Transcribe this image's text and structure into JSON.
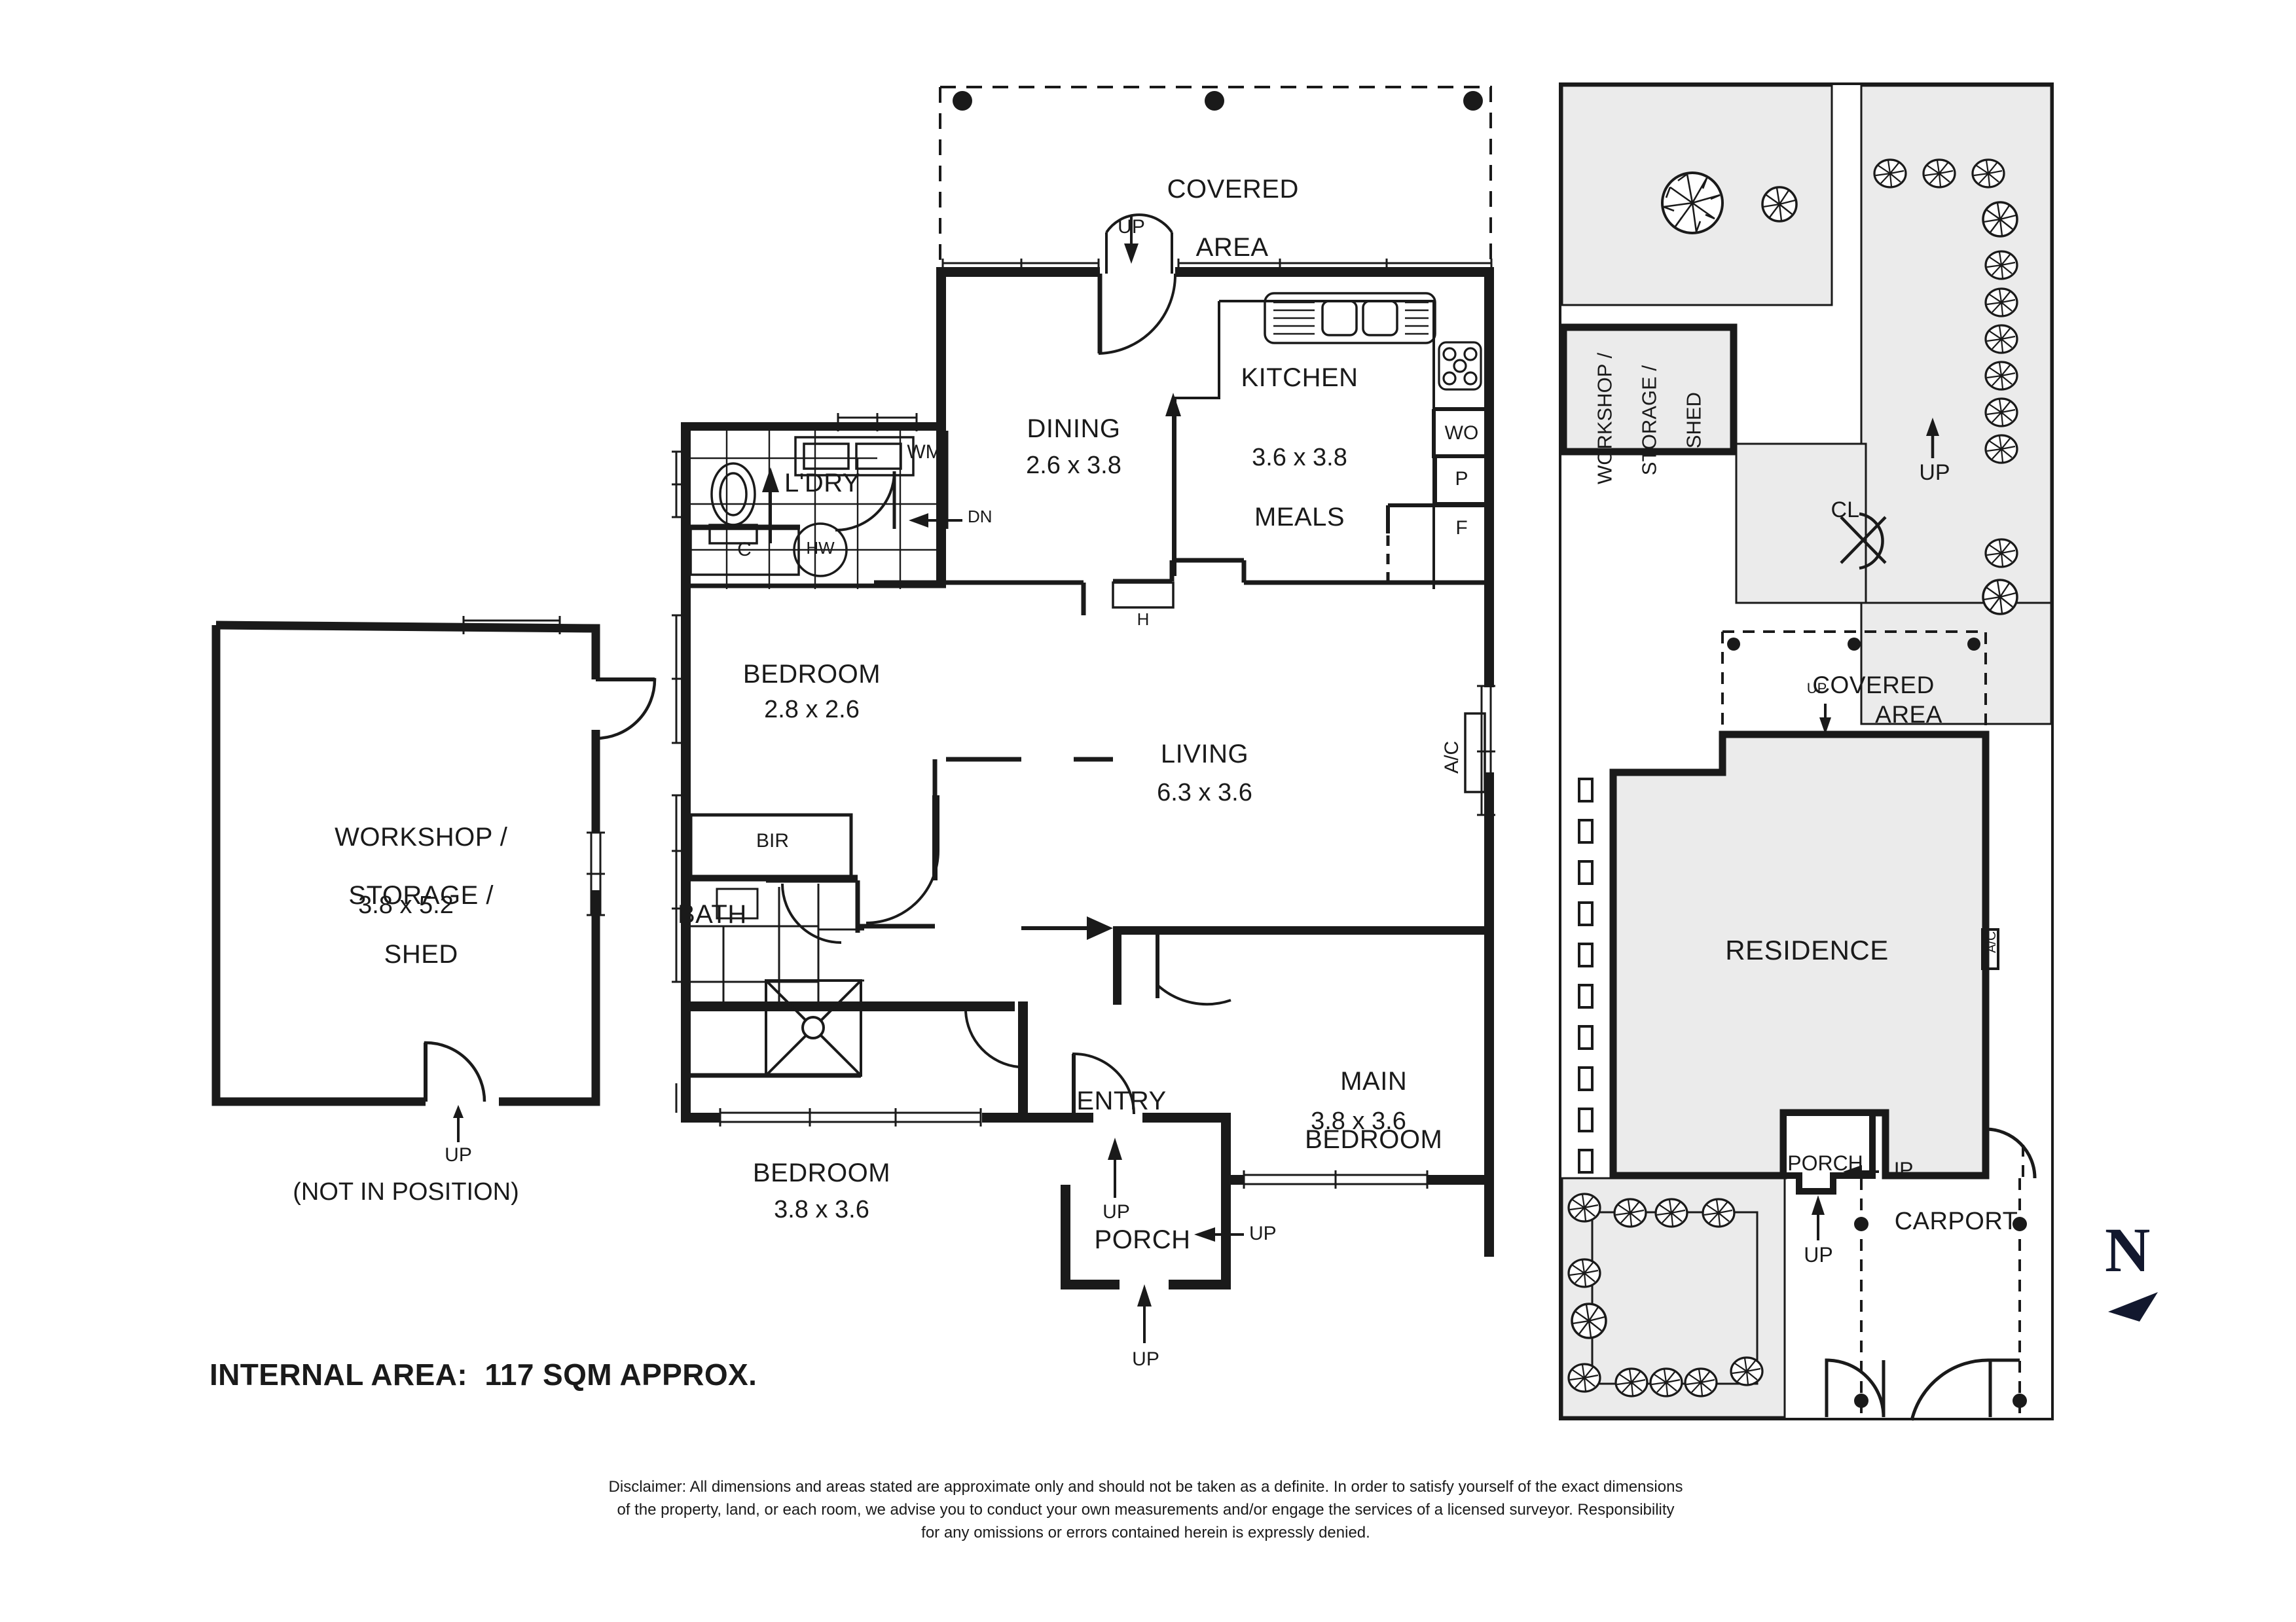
{
  "document": {
    "type": "residential-floor-plan",
    "internal_area_note": "INTERNAL AREA:  117 SQM APPROX.",
    "disclaimer_line1": "Disclaimer: All dimensions and areas stated are approximate only and should not be taken as a definite. In order to satisfy yourself of the exact dimensions",
    "disclaimer_line2": "of the property, land, or each room, we advise you to conduct your own measurements and/or engage the services of a licensed surveyor. Responsibility",
    "disclaimer_line3": "for any omissions or errors contained herein is expressly denied.",
    "compass_label": "N"
  },
  "detached_building": {
    "name_line1": "WORKSHOP /",
    "name_line2": "STORAGE /",
    "name_line3": "SHED",
    "dimensions": "3.8 x 5.2",
    "note": "(NOT IN POSITION)",
    "up_label": "UP"
  },
  "floor_plan": {
    "covered_area": {
      "line1": "COVERED",
      "line2": "AREA",
      "up_label": "UP"
    },
    "rooms": [
      {
        "name": "DINING",
        "dimensions": "2.6 x 3.8"
      },
      {
        "name": "KITCHEN",
        "dimensions": "3.6 x 3.8"
      },
      {
        "name": "MEALS",
        "dimensions": ""
      },
      {
        "name": "LIVING",
        "dimensions": "6.3 x 3.6"
      },
      {
        "name": "BEDROOM",
        "dimensions": "2.8 x 2.6"
      },
      {
        "name": "BEDROOM",
        "dimensions": "3.8 x 3.6"
      },
      {
        "name": "MAIN\nBEDROOM",
        "dimensions": "3.8 x 3.6"
      },
      {
        "name": "BATH",
        "dimensions": ""
      },
      {
        "name": "L'DRY",
        "dimensions": ""
      },
      {
        "name": "ENTRY",
        "dimensions": ""
      },
      {
        "name": "PORCH",
        "dimensions": ""
      }
    ],
    "main_bedroom_line1": "MAIN",
    "main_bedroom_line2": "BEDROOM",
    "main_bedroom_dim": "3.8 x 3.6",
    "fixtures": [
      {
        "code": "WM",
        "meaning": "washing-machine"
      },
      {
        "code": "HW",
        "meaning": "hot-water-unit"
      },
      {
        "code": "C",
        "meaning": "cupboard"
      },
      {
        "code": "BIR",
        "meaning": "built-in-robe"
      },
      {
        "code": "WO",
        "meaning": "wall-oven"
      },
      {
        "code": "P",
        "meaning": "pantry"
      },
      {
        "code": "F",
        "meaning": "fridge"
      },
      {
        "code": "H",
        "meaning": "heater"
      },
      {
        "code": "A/C",
        "meaning": "air-conditioner"
      }
    ],
    "direction_markers": [
      {
        "label": "UP",
        "at": "covered-area-door"
      },
      {
        "label": "DN",
        "at": "laundry-door"
      },
      {
        "label": "UP",
        "at": "entry-door"
      },
      {
        "label": "UP",
        "at": "porch-side"
      },
      {
        "label": "UP",
        "at": "porch-front"
      }
    ]
  },
  "site_plan": {
    "residence_label": "RESIDENCE",
    "workshop_label_line1": "WORKSHOP /",
    "workshop_label_line2": "STORAGE /",
    "workshop_label_line3": "SHED",
    "covered_area_line1": "COVERED",
    "covered_area_line2": "AREA",
    "porch_label": "PORCH",
    "carport_label": "CARPORT",
    "clothesline_label": "CL",
    "ac_label": "A/C",
    "up_labels": [
      "UP",
      "UP",
      "UP",
      "UP"
    ]
  },
  "colors": {
    "wall": "#1a1a1a",
    "thin_line": "#1a1a1a",
    "site_fill": "#ebebeb",
    "paper": "#ffffff",
    "compass": "#12182e"
  }
}
